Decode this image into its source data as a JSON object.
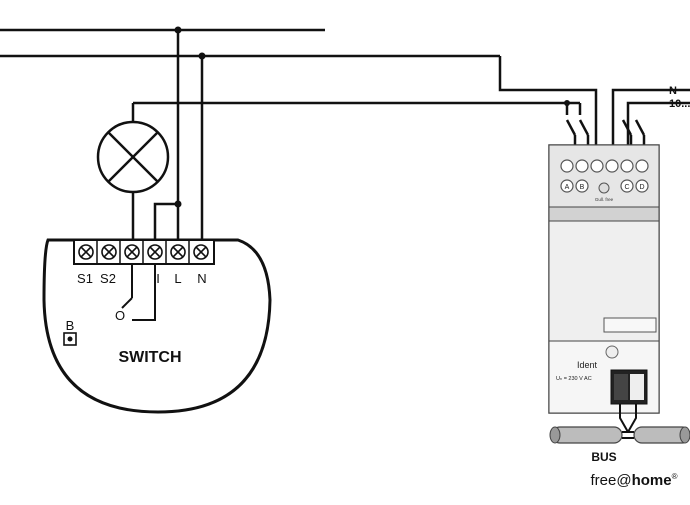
{
  "switch_module": {
    "title": "SWITCH",
    "button_label": "B",
    "terminals": [
      "S1",
      "S2",
      "I",
      "I",
      "L",
      "N"
    ],
    "contact_label": "O"
  },
  "actuator": {
    "line_labels": [
      "N",
      "10..."
    ],
    "ident_label": "Ident",
    "rating_label": "Uₙ = 230 V AC",
    "input_labels": [
      "A",
      "B",
      "C",
      "D"
    ],
    "brand_label": "Gull. free"
  },
  "bus": {
    "label": "BUS",
    "brand_prefix": "free@",
    "brand_bold": "home",
    "brand_reg": "®"
  }
}
